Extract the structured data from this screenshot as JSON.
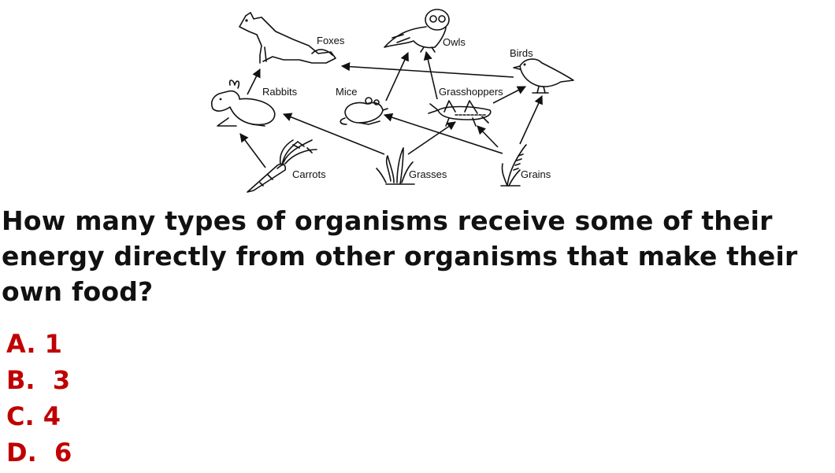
{
  "food_web": {
    "organisms": {
      "foxes": "Foxes",
      "owls": "Owls",
      "birds": "Birds",
      "rabbits": "Rabbits",
      "mice": "Mice",
      "grasshoppers": "Grasshoppers",
      "carrots": "Carrots",
      "grasses": "Grasses",
      "grains": "Grains"
    },
    "links": [
      {
        "from": "Carrots",
        "to": "Rabbits"
      },
      {
        "from": "Grasses",
        "to": "Rabbits"
      },
      {
        "from": "Grasses",
        "to": "Grasshoppers"
      },
      {
        "from": "Grains",
        "to": "Mice"
      },
      {
        "from": "Grains",
        "to": "Grasshoppers"
      },
      {
        "from": "Grains",
        "to": "Birds"
      },
      {
        "from": "Rabbits",
        "to": "Foxes"
      },
      {
        "from": "Mice",
        "to": "Owls"
      },
      {
        "from": "Grasshoppers",
        "to": "Owls"
      },
      {
        "from": "Grasshoppers",
        "to": "Birds"
      },
      {
        "from": "Birds",
        "to": "Foxes"
      }
    ]
  },
  "question": {
    "text": "How many types of organisms receive some of their energy directly from other organisms that make their own food?"
  },
  "answers": {
    "a": "A. 1",
    "b": "B.  3",
    "c": "C. 4",
    "d": "D.  6"
  },
  "colors": {
    "answer_text": "#c00000",
    "question_text": "#111111"
  }
}
